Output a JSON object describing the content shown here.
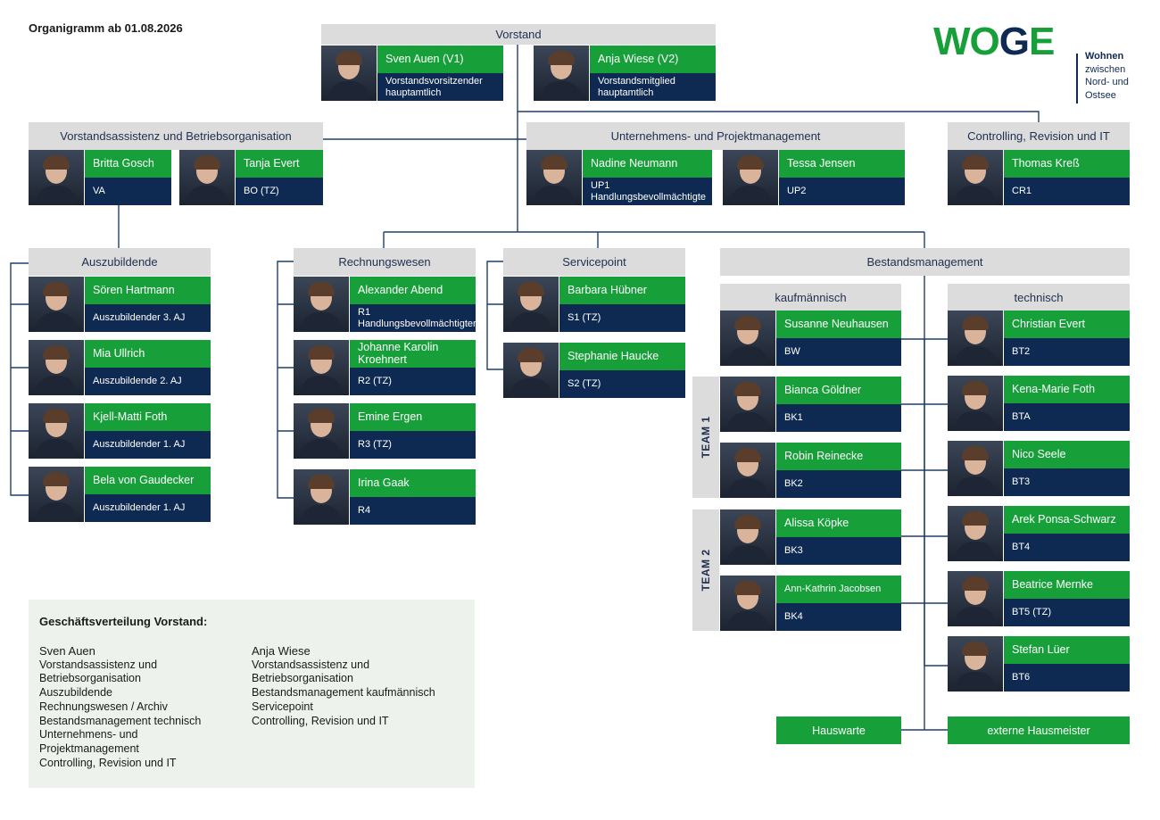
{
  "page_title": "Organigramm ab 01.08.2026",
  "logo": {
    "word": "WOGE",
    "tagline": [
      "Wohnen",
      "zwischen",
      "Nord- und",
      "Ostsee"
    ]
  },
  "sections": {
    "vorstand": "Vorstand",
    "assistenz": "Vorstandsassistenz und Betriebsorganisation",
    "unternehmen": "Unternehmens- und Projektmanagement",
    "controlling": "Controlling, Revision und IT",
    "azubis": "Auszubildende",
    "rechnung": "Rechnungswesen",
    "service": "Servicepoint",
    "bestand": "Bestandsmanagement",
    "kaufm": "kaufmännisch",
    "techn": "technisch"
  },
  "people": [
    {
      "name": "Sven Auen (V1)",
      "role": "Vorstandsvorsitzender hauptamtlich"
    },
    {
      "name": "Anja Wiese (V2)",
      "role": "Vorstandsmitglied hauptamtlich"
    },
    {
      "name": "Britta Gosch",
      "role": "VA"
    },
    {
      "name": "Tanja Evert",
      "role": "BO (TZ)"
    },
    {
      "name": "Nadine Neumann",
      "role": "UP1 Handlungsbevollmächtigte"
    },
    {
      "name": "Tessa Jensen",
      "role": "UP2"
    },
    {
      "name": "Thomas Kreß",
      "role": "CR1"
    },
    {
      "name": "Sören Hartmann",
      "role": "Auszubildender 3. AJ"
    },
    {
      "name": "Mia Ullrich",
      "role": "Auszubildende 2. AJ"
    },
    {
      "name": "Kjell-Matti Foth",
      "role": "Auszubildender 1. AJ"
    },
    {
      "name": "Bela von Gaudecker",
      "role": "Auszubildender 1. AJ"
    },
    {
      "name": "Alexander Abend",
      "role": "R1 Handlungsbevollmächtigter"
    },
    {
      "name": "Johanne Karolin Kroehnert",
      "role": "R2 (TZ)"
    },
    {
      "name": "Emine Ergen",
      "role": "R3 (TZ)"
    },
    {
      "name": "Irina Gaak",
      "role": "R4"
    },
    {
      "name": "Barbara Hübner",
      "role": "S1 (TZ)"
    },
    {
      "name": "Stephanie Haucke",
      "role": "S2 (TZ)"
    },
    {
      "name": "Susanne Neuhausen",
      "role": "BW"
    },
    {
      "name": "Bianca Göldner",
      "role": "BK1"
    },
    {
      "name": "Robin Reinecke",
      "role": "BK2"
    },
    {
      "name": "Alissa Köpke",
      "role": "BK3"
    },
    {
      "name": "Ann-Kathrin Jacobsen",
      "role": "BK4"
    },
    {
      "name": "Christian Evert",
      "role": "BT2"
    },
    {
      "name": "Kena-Marie Foth",
      "role": "BTA"
    },
    {
      "name": "Nico Seele",
      "role": "BT3"
    },
    {
      "name": "Arek Ponsa-Schwarz",
      "role": "BT4"
    },
    {
      "name": "Beatrice Mernke",
      "role": "BT5 (TZ)"
    },
    {
      "name": "Stefan Lüer",
      "role": "BT6"
    }
  ],
  "teams": [
    "TEAM 1",
    "TEAM 2"
  ],
  "extras": {
    "hauswarte": "Hauswarte",
    "hausmeister": "externe Hausmeister"
  },
  "distribution": {
    "heading": "Geschäftsverteilung Vorstand:",
    "col1": {
      "name": "Sven Auen",
      "lines": [
        "Vorstandsassistenz und",
        "Betriebsorganisation",
        "Auszubildende",
        "Rechnungswesen / Archiv",
        "Bestandsmanagement technisch",
        "Unternehmens- und",
        "Projektmanagement",
        "Controlling, Revision und IT"
      ]
    },
    "col2": {
      "name": "Anja Wiese",
      "lines": [
        "Vorstandsassistenz und",
        "Betriebsorganisation",
        "Bestandsmanagement kaufmännisch",
        "Servicepoint",
        "Controlling, Revision und IT"
      ]
    }
  },
  "colors": {
    "green": "#17a03a",
    "navy": "#0f2a52",
    "header_grey": "#dcdcdc",
    "panel": "#edf3ec"
  }
}
